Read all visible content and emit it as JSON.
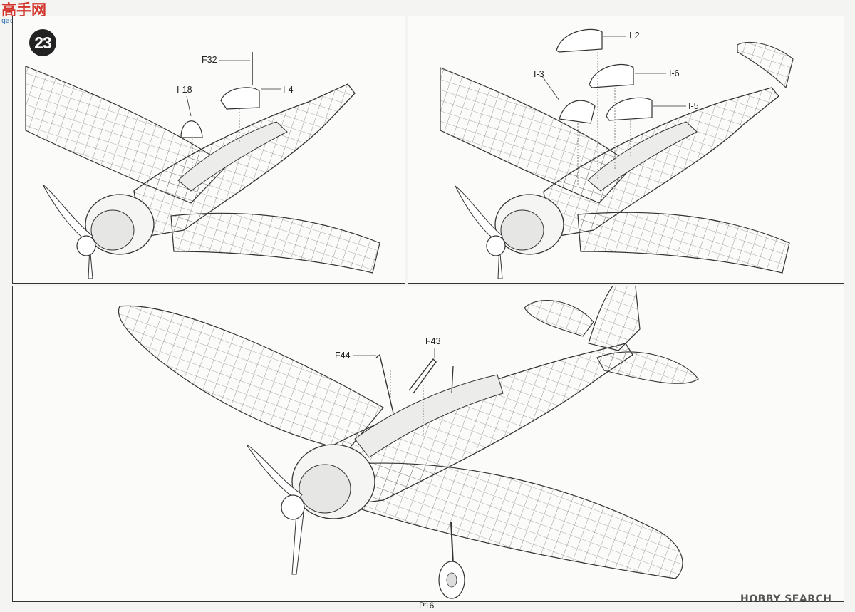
{
  "watermark_top": {
    "title": "高手网",
    "url": "gao-shou.com"
  },
  "step_number": "23",
  "panel_a": {
    "labels": {
      "f32": "F32",
      "i18": "I-18",
      "i4": "I-4"
    }
  },
  "panel_b": {
    "labels": {
      "i2": "I-2",
      "i3": "I-3",
      "i6": "I-6",
      "i5": "I-5"
    }
  },
  "panel_c": {
    "labels": {
      "f44": "F44",
      "f43": "F43"
    }
  },
  "page_number": "P16",
  "watermark_bottom": "HOBBY SEARCH"
}
